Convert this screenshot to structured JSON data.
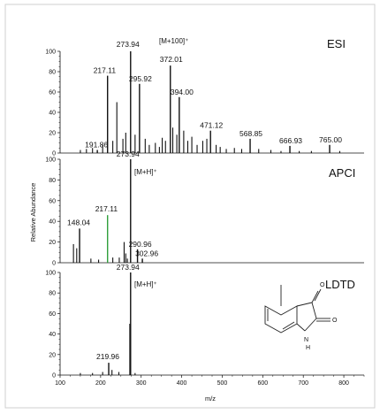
{
  "chart_data": {
    "type": "bar",
    "xlabel": "m/z",
    "ylabel": "Relative Abundance",
    "xlim": [
      100,
      850
    ],
    "ylim": [
      0,
      100
    ],
    "x_ticks": [
      100,
      200,
      300,
      400,
      500,
      600,
      700,
      800
    ],
    "y_ticks": [
      0,
      20,
      40,
      60,
      80,
      100
    ],
    "panels": [
      {
        "method": "ESI",
        "ion_label": "[M+100]⁺",
        "labeled_peaks": [
          {
            "mz": "191.86",
            "x": 191.86,
            "y": 3
          },
          {
            "mz": "217.11",
            "x": 217.11,
            "y": 76
          },
          {
            "mz": "273.94",
            "x": 273.94,
            "y": 100
          },
          {
            "mz": "295.92",
            "x": 295.92,
            "y": 68
          },
          {
            "mz": "372.01",
            "x": 372.01,
            "y": 86
          },
          {
            "mz": "394.00",
            "x": 394.0,
            "y": 55
          },
          {
            "mz": "471.12",
            "x": 471.12,
            "y": 22
          },
          {
            "mz": "568.85",
            "x": 568.85,
            "y": 14
          },
          {
            "mz": "666.93",
            "x": 666.93,
            "y": 7
          },
          {
            "mz": "765.00",
            "x": 765.0,
            "y": 8
          }
        ],
        "minor_peaks": [
          {
            "x": 150,
            "y": 3
          },
          {
            "x": 165,
            "y": 4
          },
          {
            "x": 180,
            "y": 5
          },
          {
            "x": 205,
            "y": 8
          },
          {
            "x": 230,
            "y": 12
          },
          {
            "x": 240,
            "y": 50
          },
          {
            "x": 255,
            "y": 14
          },
          {
            "x": 262,
            "y": 20
          },
          {
            "x": 285,
            "y": 18
          },
          {
            "x": 310,
            "y": 14
          },
          {
            "x": 320,
            "y": 8
          },
          {
            "x": 335,
            "y": 10
          },
          {
            "x": 345,
            "y": 6
          },
          {
            "x": 352,
            "y": 15
          },
          {
            "x": 360,
            "y": 12
          },
          {
            "x": 378,
            "y": 25
          },
          {
            "x": 388,
            "y": 18
          },
          {
            "x": 405,
            "y": 22
          },
          {
            "x": 415,
            "y": 12
          },
          {
            "x": 425,
            "y": 16
          },
          {
            "x": 438,
            "y": 8
          },
          {
            "x": 452,
            "y": 12
          },
          {
            "x": 462,
            "y": 14
          },
          {
            "x": 485,
            "y": 8
          },
          {
            "x": 495,
            "y": 6
          },
          {
            "x": 510,
            "y": 4
          },
          {
            "x": 530,
            "y": 5
          },
          {
            "x": 548,
            "y": 4
          },
          {
            "x": 590,
            "y": 4
          },
          {
            "x": 620,
            "y": 3
          },
          {
            "x": 645,
            "y": 2
          },
          {
            "x": 690,
            "y": 2
          },
          {
            "x": 720,
            "y": 2
          },
          {
            "x": 790,
            "y": 2
          }
        ]
      },
      {
        "method": "APCI",
        "ion_label": "[M+H]⁺",
        "labeled_peaks": [
          {
            "mz": "148.04",
            "x": 148.04,
            "y": 33
          },
          {
            "mz": "217.11",
            "x": 217.11,
            "y": 46
          },
          {
            "mz": "273.94",
            "x": 273.94,
            "y": 100
          },
          {
            "mz": "290.96",
            "x": 290.96,
            "y": 13
          },
          {
            "mz": "302.96",
            "x": 302.96,
            "y": 4
          }
        ],
        "minor_peaks": [
          {
            "x": 133,
            "y": 18
          },
          {
            "x": 141,
            "y": 14
          },
          {
            "x": 176,
            "y": 4
          },
          {
            "x": 195,
            "y": 3
          },
          {
            "x": 230,
            "y": 5
          },
          {
            "x": 246,
            "y": 5
          },
          {
            "x": 258,
            "y": 20
          },
          {
            "x": 262,
            "y": 9
          },
          {
            "x": 266,
            "y": 4
          }
        ]
      },
      {
        "method": "LDTD",
        "ion_label": "[M+H]⁺",
        "labeled_peaks": [
          {
            "mz": "219.96",
            "x": 219.96,
            "y": 12
          },
          {
            "mz": "273.94",
            "x": 273.94,
            "y": 100
          }
        ],
        "minor_peaks": [
          {
            "x": 150,
            "y": 2
          },
          {
            "x": 180,
            "y": 2
          },
          {
            "x": 205,
            "y": 3
          },
          {
            "x": 228,
            "y": 5
          },
          {
            "x": 245,
            "y": 3
          },
          {
            "x": 272,
            "y": 50
          },
          {
            "x": 285,
            "y": 2
          }
        ]
      }
    ]
  }
}
